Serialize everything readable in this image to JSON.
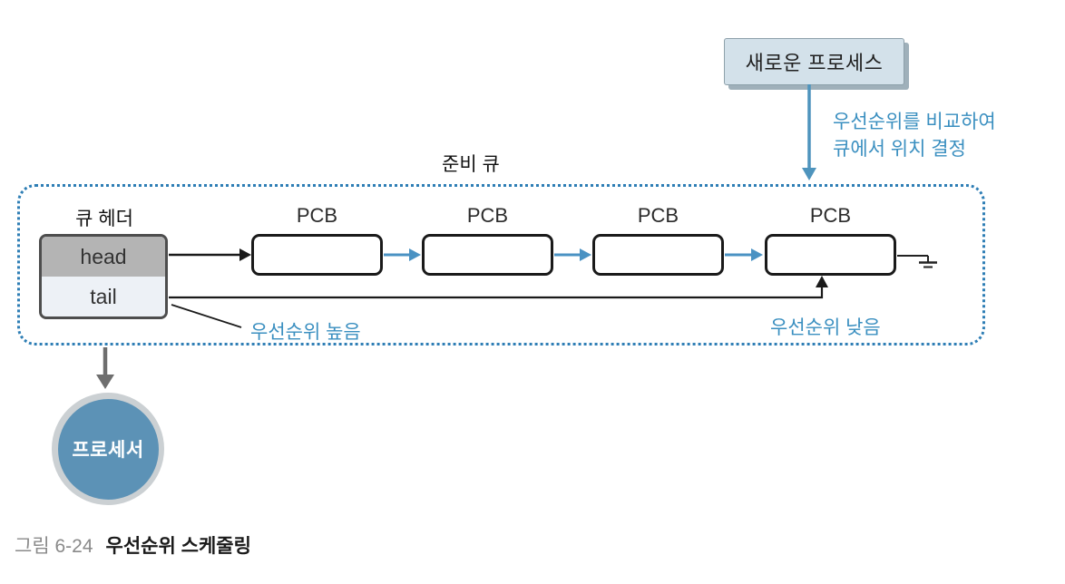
{
  "figure": {
    "caption_prefix": "그림 6-24",
    "caption_title": "우선순위 스케줄링"
  },
  "new_process": {
    "label": "새로운 프로세스"
  },
  "annotation": {
    "line1": "우선순위를 비교하여",
    "line2": "큐에서 위치 결정"
  },
  "ready_queue": {
    "label": "준비 큐",
    "header": {
      "label": "큐 헤더",
      "head": "head",
      "tail": "tail"
    },
    "pcb_label": "PCB",
    "pcb_count": 4,
    "high_priority_label": "우선순위 높음",
    "low_priority_label": "우선순위 낮음"
  },
  "processor": {
    "label": "프로세서"
  },
  "icons": {
    "ground_icon": "electrical-ground (end of linked list)",
    "arrow_icons": [
      "down-arrow-blue",
      "right-arrow-black",
      "right-arrow-blue",
      "up-arrow-black",
      "down-arrow-gray"
    ]
  },
  "colors": {
    "annotation_blue": "#3a8fc0",
    "arrow_blue": "#4e94bd",
    "dotted_border_blue": "#2e7eb5",
    "new_process_fill": "#d3e1ea",
    "new_process_shadow": "#9fb0ba",
    "head_cell_fill": "#b4b4b4",
    "tail_cell_fill": "#edf1f6",
    "pcb_border": "#1a1a1a",
    "processor_fill": "#5c92b6",
    "processor_ring": "#cbd0d3",
    "dispatch_arrow_gray": "#6e6e6e",
    "caption_number_gray": "#8a8a8a"
  }
}
